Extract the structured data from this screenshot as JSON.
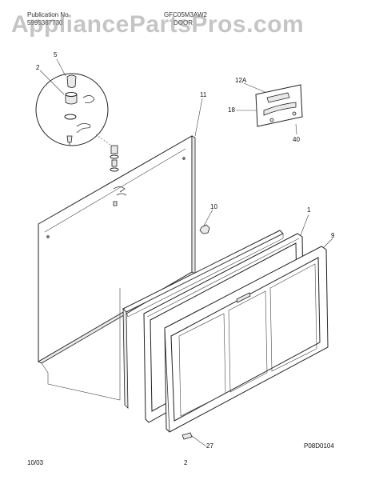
{
  "header": {
    "publication_label": "Publication No",
    "publication_number": "5995387730",
    "model": "GFC05M3AW2",
    "section": "DOOR"
  },
  "watermark": "AppliancePartsPros.com",
  "callouts": {
    "c5": "5",
    "c2": "2",
    "c11": "11",
    "c12a": "12A",
    "c18": "18",
    "c40": "40",
    "c10": "10",
    "c1": "1",
    "c9": "9",
    "c27": "27"
  },
  "footer": {
    "date": "10/03",
    "page": "2",
    "figure_code": "P08D0104"
  }
}
